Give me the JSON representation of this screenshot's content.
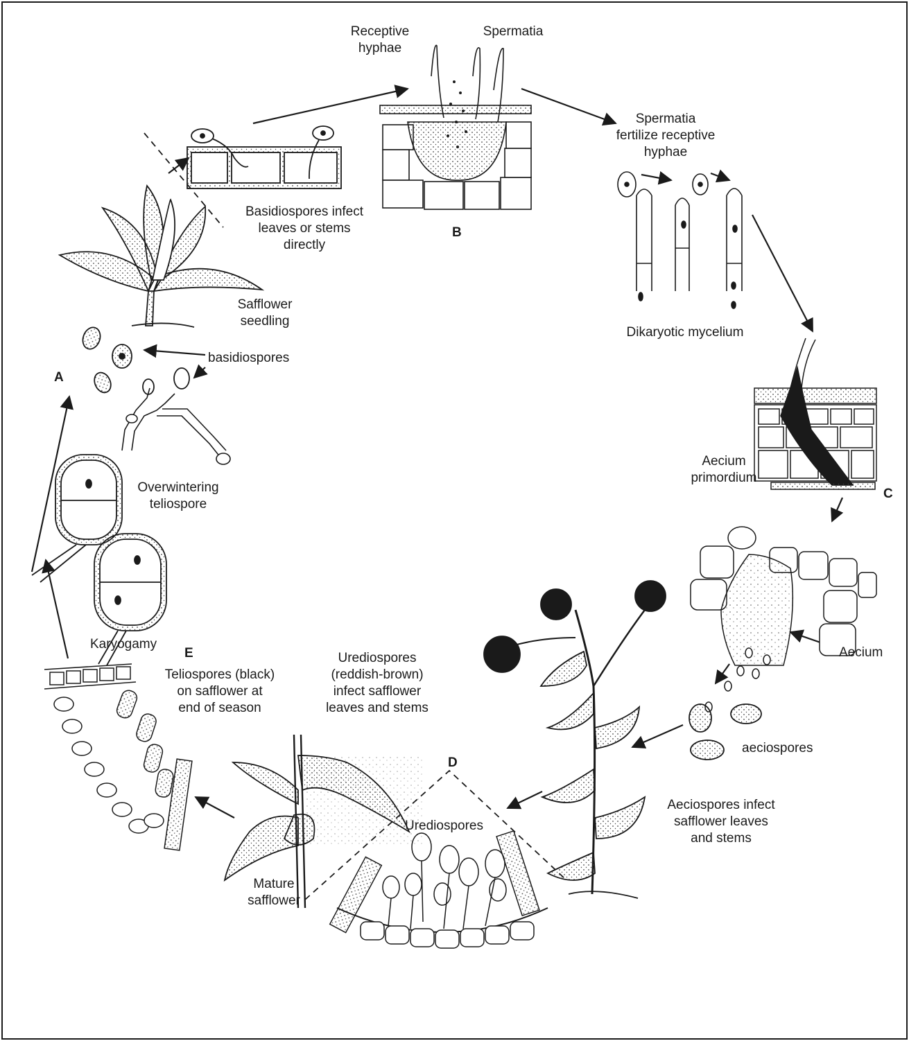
{
  "colors": {
    "ink": "#1a1a1a",
    "paper": "#ffffff",
    "stipple": "#444444"
  },
  "stages": {
    "a": "A",
    "b": "B",
    "c": "C",
    "d": "D",
    "e": "E"
  },
  "labels": {
    "receptive_hyphae": "Receptive\nhyphae",
    "spermatia": "Spermatia",
    "spermatia_fertilize": "Spermatia\nfertilize receptive\nhyphae",
    "basidiospores_infect": "Basidiospores infect\nleaves or stems\ndirectly",
    "safflower_seedling": "Safflower\nseedling",
    "basidiospores": "basidiospores",
    "dikaryotic_mycelium": "Dikaryotic mycelium",
    "aecium_primordium": "Aecium\nprimordium",
    "overwintering_teliospore": "Overwintering\nteliospore",
    "aecium": "Aecium",
    "karyogamy": "Karyogamy",
    "teliospores_black": "Teliospores (black)\non safflower at\nend of season",
    "urediospores_infect": "Urediospores\n(reddish-brown)\ninfect safflower\nleaves and stems",
    "aeciospores": "aeciospores",
    "aeciospores_infect": "Aeciospores infect\nsafflower leaves\nand stems",
    "urediospores": "Urediospores",
    "mature_safflower": "Mature\nsafflower"
  }
}
